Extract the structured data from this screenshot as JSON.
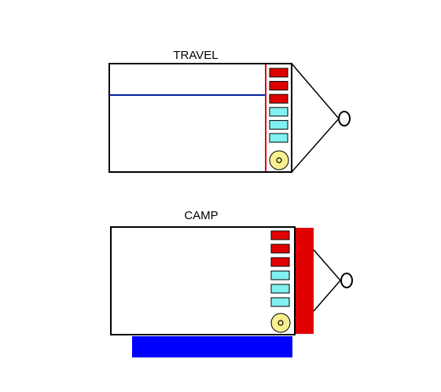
{
  "diagrams": {
    "travel": {
      "title": "TRAVEL",
      "indicator_lights": [
        "red",
        "red",
        "red",
        "cyan",
        "cyan",
        "cyan"
      ]
    },
    "camp": {
      "title": "CAMP",
      "indicator_lights": [
        "red",
        "red",
        "red",
        "cyan",
        "cyan",
        "cyan"
      ]
    }
  },
  "colors": {
    "red": "#e00000",
    "cyan": "#80f0f0",
    "blue": "#0000ff",
    "dark_blue_line": "#0020a0",
    "knob_fill": "#f8f090",
    "outline": "#000000"
  }
}
